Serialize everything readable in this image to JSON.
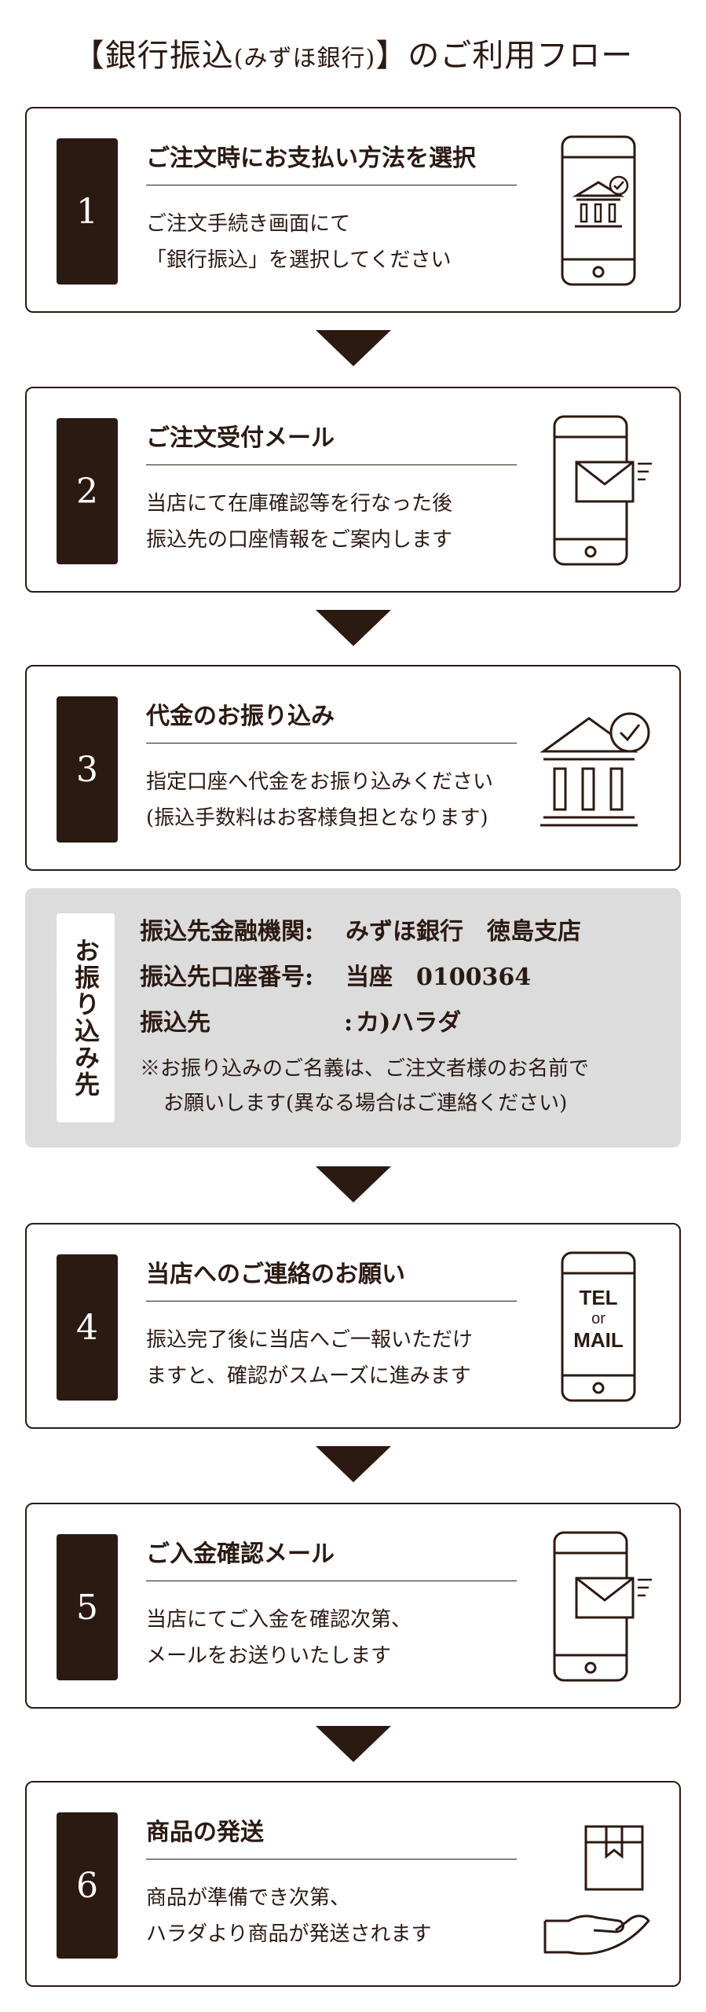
{
  "page_title": {
    "prefix": "【銀行振込",
    "paren": "(みずほ銀行)",
    "suffix": "】のご利用フロー"
  },
  "steps": [
    {
      "number": "1",
      "heading": "ご注文時にお支払い方法を選択",
      "desc": [
        "ご注文手続き画面にて",
        "「銀行振込」を選択してください"
      ],
      "icon": "phone-bank-icon"
    },
    {
      "number": "2",
      "heading": "ご注文受付メール",
      "desc": [
        "当店にて在庫確認等を行なった後",
        "振込先の口座情報をご案内します"
      ],
      "icon": "phone-mail-icon"
    },
    {
      "number": "3",
      "heading": "代金のお振り込み",
      "desc": [
        "指定口座へ代金をお振り込みください",
        "(振込手数料はお客様負担となります)"
      ],
      "icon": "bank-check-icon"
    },
    {
      "number": "4",
      "heading": "当店へのご連絡のお願い",
      "desc": [
        "振込完了後に当店へご一報いただけ",
        "ますと、確認がスムーズに進みます"
      ],
      "icon": "phone-tel-mail-icon",
      "icon_text": [
        "TEL",
        "or",
        "MAIL"
      ]
    },
    {
      "number": "5",
      "heading": "ご入金確認メール",
      "desc": [
        "当店にてご入金を確認次第、",
        "メールをお送りいたします"
      ],
      "icon": "phone-mail-icon"
    },
    {
      "number": "6",
      "heading": "商品の発送",
      "desc": [
        "商品が準備でき次第、",
        "ハラダより商品が発送されます"
      ],
      "icon": "box-hand-icon"
    }
  ],
  "payment": {
    "label": "お振り込み先",
    "rows": [
      {
        "key": "振込先金融機関:",
        "value": "みずほ銀行　徳島支店"
      },
      {
        "key": "振込先口座番号:",
        "value": "当座　0100364"
      },
      {
        "key": "振込先",
        "colon": ":",
        "value": "カ)ハラダ"
      }
    ],
    "note": [
      "※お振り込みのご名義は、ご注文者様のお名前で",
      "お願いします(異なる場合はご連絡ください)"
    ]
  },
  "colors": {
    "dark_brown": "#2b1a12",
    "payment_bg": "#dcdcdc"
  }
}
